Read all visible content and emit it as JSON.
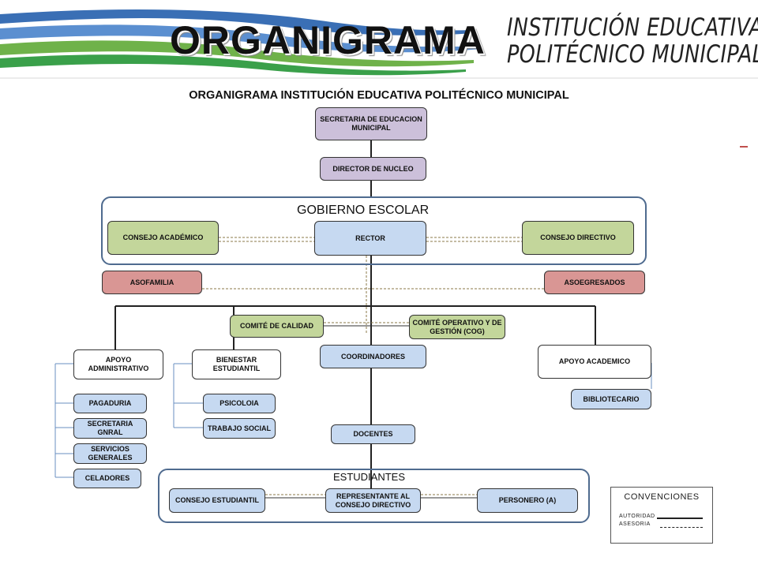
{
  "header": {
    "title": "ORGANIGRAMA",
    "institution_line1": "INSTITUCIÓN EDUCATIVA",
    "institution_line2": "POLITÉCNICO MUNICIPAL"
  },
  "subtitle": "ORGANIGRAMA INSTITUCIÓN EDUCATIVA POLITÉCNICO  MUNICIPAL",
  "colors": {
    "purple": "#ccc0da",
    "green": "#c3d69b",
    "blue": "#c6d9f1",
    "red": "#d99694",
    "group_border": "#4f6b8f",
    "advisory_line": "#8b7a4a"
  },
  "nodes": {
    "secretaria": "SECRETARIA DE EDUCACION MUNICIPAL",
    "director": "DIRECTOR DE NUCLEO",
    "consejo_academico": "CONSEJO ACADÉMICO",
    "rector": "RECTOR",
    "consejo_directivo": "CONSEJO DIRECTIVO",
    "asofamilia": "ASOFAMILIA",
    "asoegresados": "ASOEGRESADOS",
    "comite_calidad": "COMITÉ DE CALIDAD",
    "comite_operativo": "COMITÉ OPERATIVO Y DE GESTIÓN (COG)",
    "apoyo_administrativo": "APOYO ADMINISTRATIVO",
    "bienestar": "BIENESTAR ESTUDIANTIL",
    "coordinadores": "COORDINADORES",
    "apoyo_academico": "APOYO ACADEMICO",
    "bibliotecario": "BIBLIOTECARIO",
    "pagaduria": "PAGADURIA",
    "secretaria_gnral": "SECRETARIA GNRAL",
    "servicios_generales": "SERVICIOS GENERALES",
    "celadores": "CELADORES",
    "psicoloia": "PSICOLOIA",
    "trabajo_social": "TRABAJO SOCIAL",
    "docentes": "DOCENTES",
    "consejo_estudiantil": "CONSEJO ESTUDIANTIL",
    "representante": "REPRESENTANTE AL CONSEJO DIRECTIVO",
    "personero": "PERSONERO (A)"
  },
  "groups": {
    "gobierno": "GOBIERNO ESCOLAR",
    "estudiantes": "ESTUDIANTES"
  },
  "legend": {
    "title": "CONVENCIONES",
    "autoridad": "AUTORIDAD",
    "asesoria": "ASESORIA"
  }
}
